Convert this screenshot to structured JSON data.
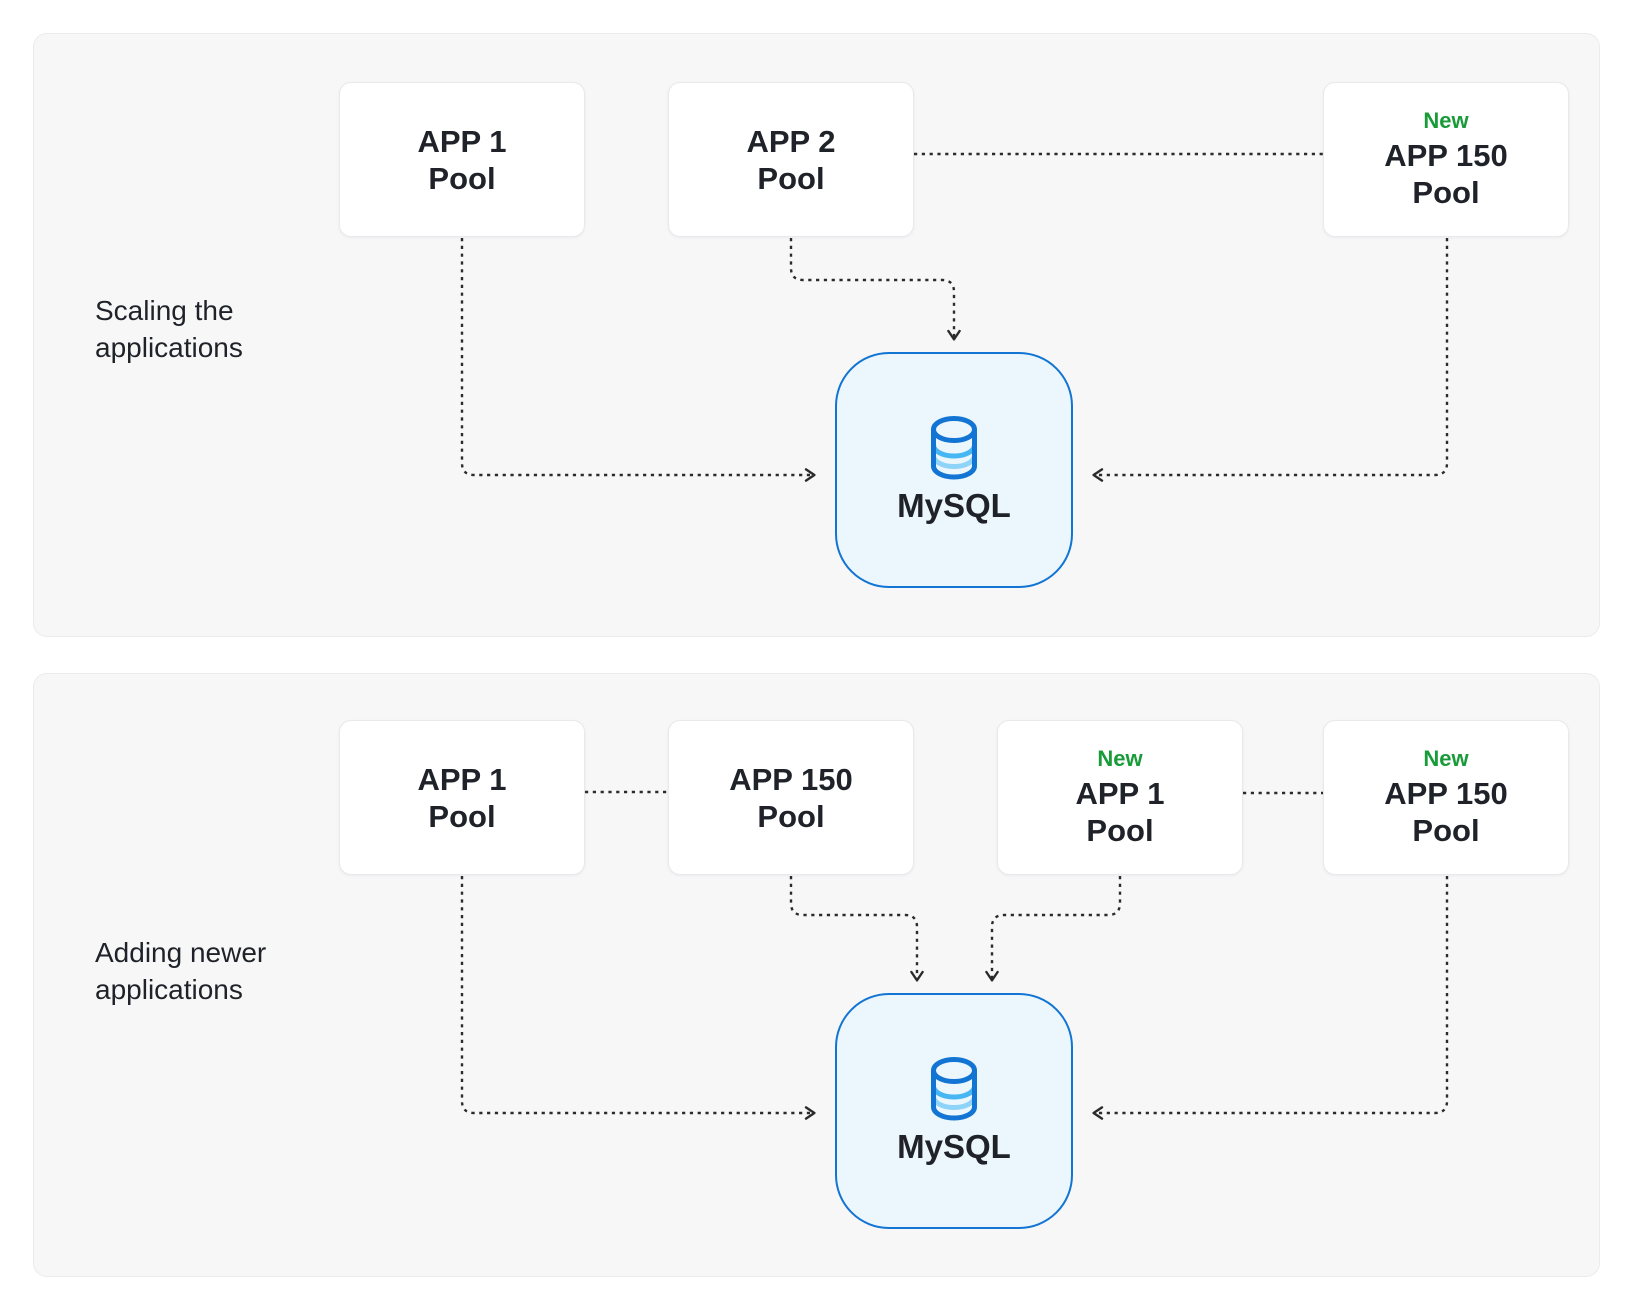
{
  "colors": {
    "panel_bg": "#f7f7f8",
    "panel_border": "#ebebed",
    "box_bg": "#ffffff",
    "box_border": "#e8e9eb",
    "text": "#1f2329",
    "new_green": "#189b38",
    "db_border": "#1274d3",
    "db_bg": "#ecf6fd",
    "db_stripe_mid": "#47b7f3",
    "db_stripe_light": "#8ed4f8",
    "connector": "#2b2b2b"
  },
  "panels": [
    {
      "caption": "Scaling the applications",
      "boxes": [
        {
          "title": "APP 1",
          "subtitle": "Pool"
        },
        {
          "title": "APP 2",
          "subtitle": "Pool"
        },
        {
          "badge": "New",
          "title": "APP 150",
          "subtitle": "Pool"
        }
      ],
      "database": {
        "label": "MySQL",
        "icon": "database-cylinder-icon"
      }
    },
    {
      "caption": "Adding newer applications",
      "boxes": [
        {
          "title": "APP 1",
          "subtitle": "Pool"
        },
        {
          "title": "APP 150",
          "subtitle": "Pool"
        },
        {
          "badge": "New",
          "title": "APP 1",
          "subtitle": "Pool"
        },
        {
          "badge": "New",
          "title": "APP 150",
          "subtitle": "Pool"
        }
      ],
      "database": {
        "label": "MySQL",
        "icon": "database-cylinder-icon"
      }
    }
  ]
}
